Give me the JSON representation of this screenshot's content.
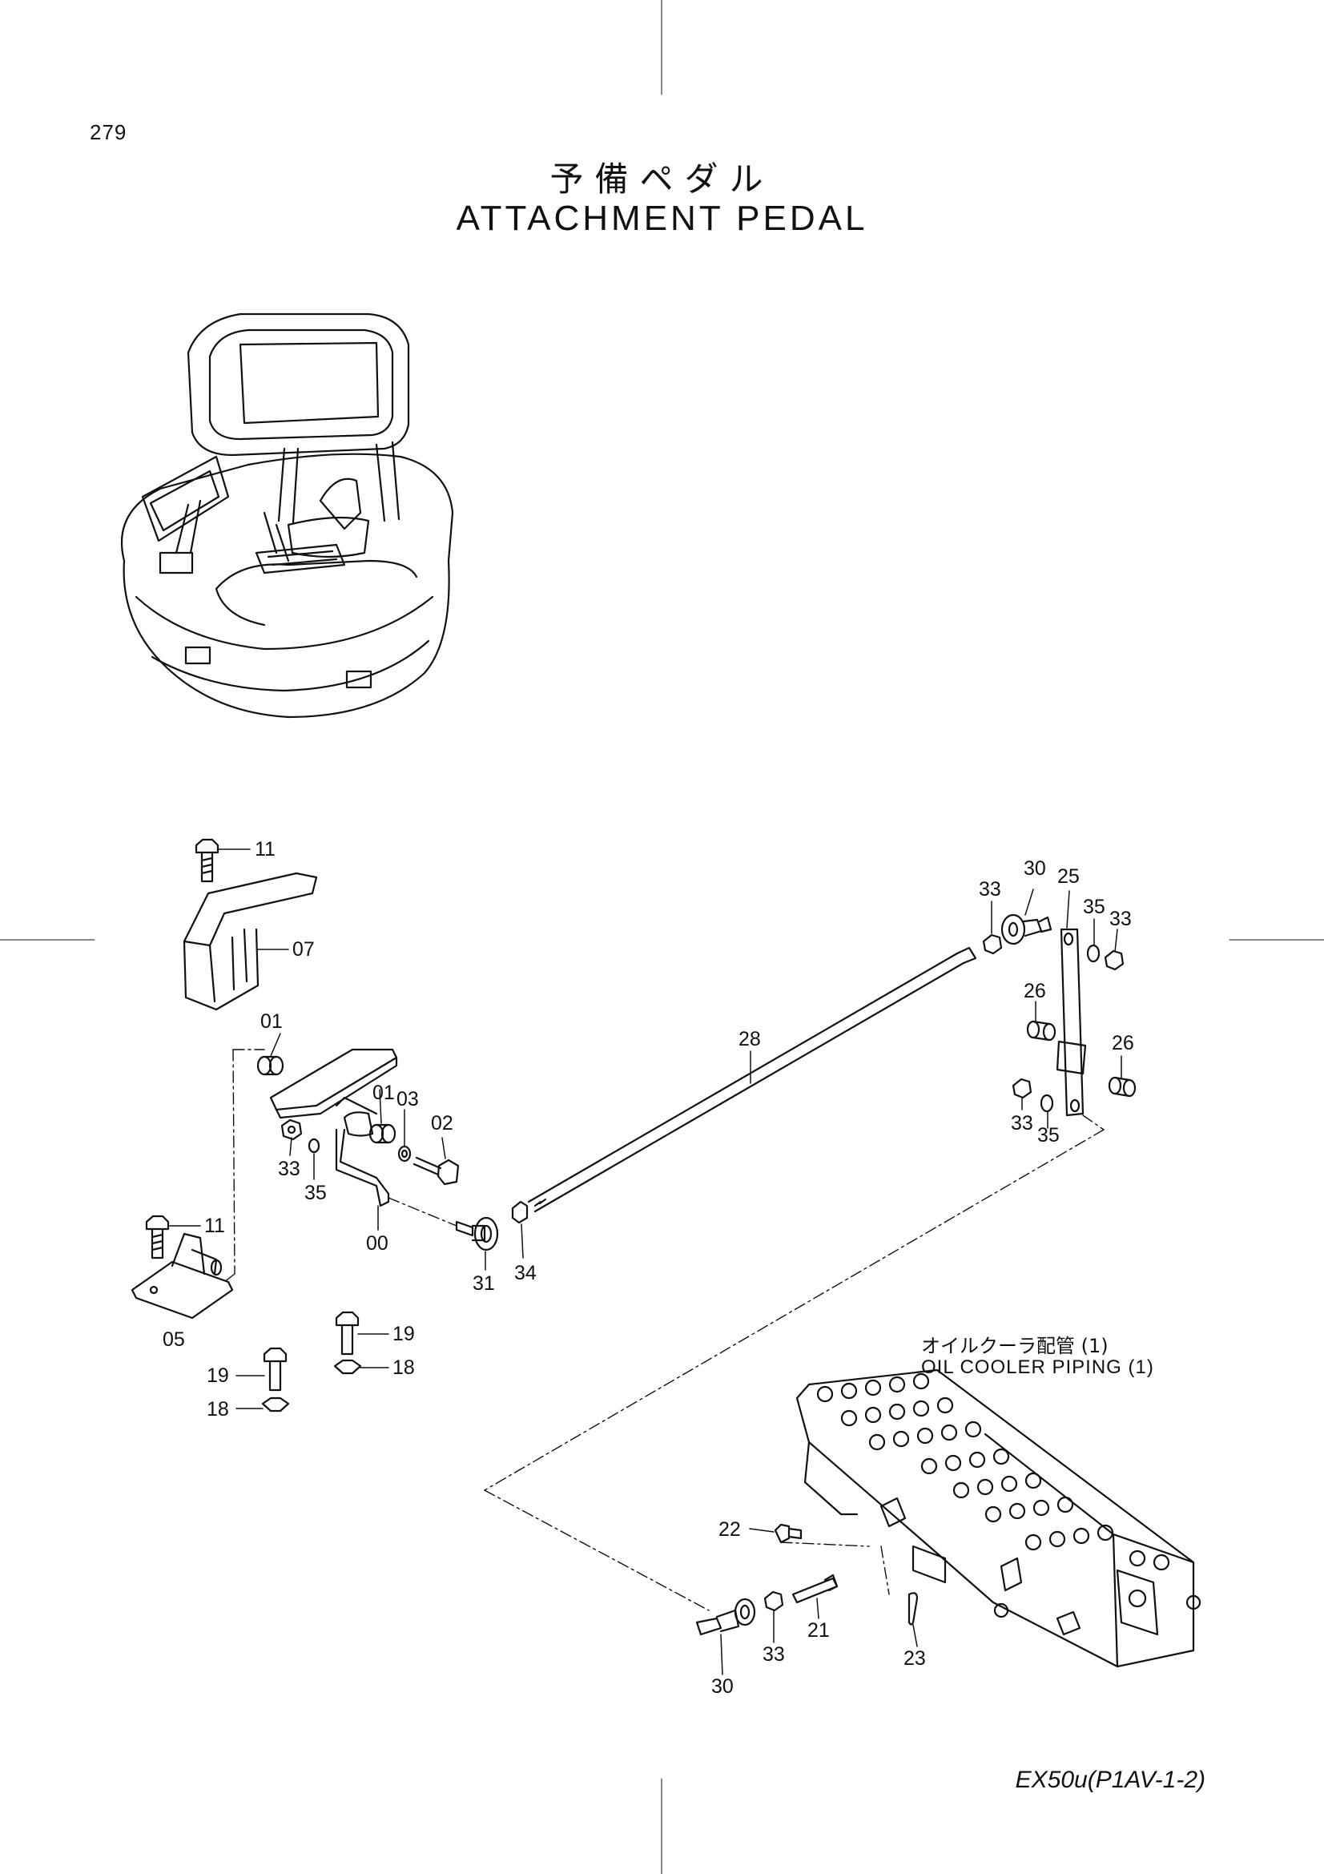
{
  "page_number": "279",
  "title_japanese": "予備ペダル",
  "title_english": "ATTACHMENT PEDAL",
  "reference": {
    "japanese": "オイルクーラ配管 (1)",
    "english": "OIL COOLER PIPING (1)"
  },
  "model_code": "EX50u(P1AV-1-2)",
  "callouts": {
    "c11a": "11",
    "c07": "07",
    "c01a": "01",
    "c01b": "01",
    "c03": "03",
    "c02": "02",
    "c33a": "33",
    "c35a": "35",
    "c00": "00",
    "c11b": "11",
    "c05": "05",
    "c31": "31",
    "c34": "34",
    "c28": "28",
    "c33b": "33",
    "c30a": "30",
    "c25": "25",
    "c35b": "35",
    "c33c": "33",
    "c26a": "26",
    "c26b": "26",
    "c33d": "33",
    "c35c": "35",
    "c19a": "19",
    "c18a": "18",
    "c19b": "19",
    "c18b": "18",
    "c22": "22",
    "c21": "21",
    "c23": "23",
    "c33e": "33",
    "c30b": "30"
  }
}
